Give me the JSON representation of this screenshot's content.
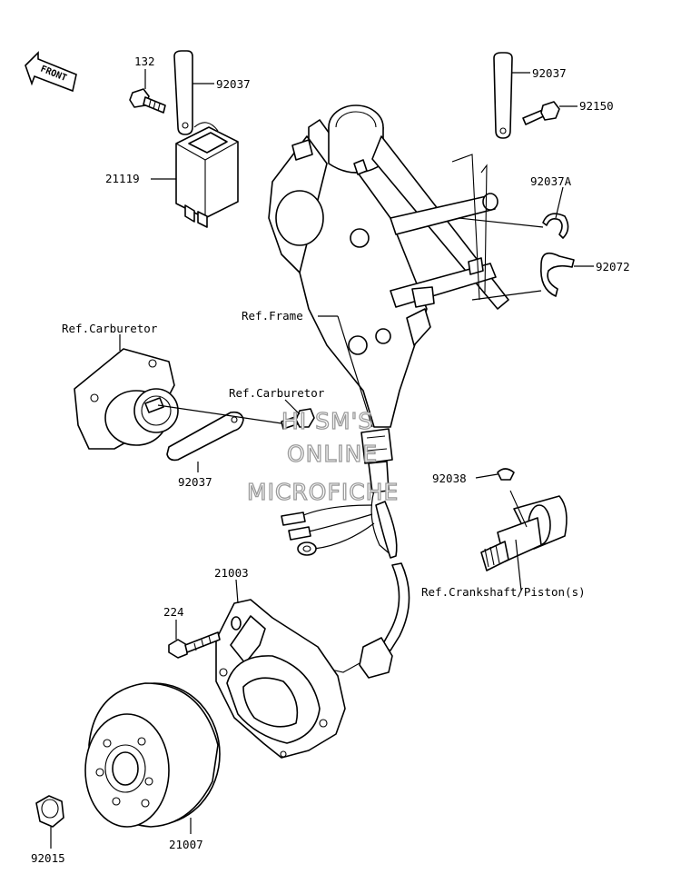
{
  "front_arrow": {
    "label": "FRONT",
    "icon": "front-arrow-icon"
  },
  "labels": {
    "p132": "132",
    "p92037_a": "92037",
    "p21119": "21119",
    "p92037_b": "92037",
    "p92150": "92150",
    "p92037A": "92037A",
    "p92072": "92072",
    "ref_frame": "Ref.Frame",
    "ref_carb_1": "Ref.Carburetor",
    "ref_carb_2": "Ref.Carburetor",
    "p92037_c": "92037",
    "p92038": "92038",
    "ref_crank": "Ref.Crankshaft/Piston(s)",
    "p21003": "21003",
    "p224": "224",
    "p92015": "92015",
    "p21007": "21007"
  },
  "watermark": {
    "line1": "HI SM'S",
    "line2": "ONLINE",
    "line3": "MICROFICHE"
  }
}
